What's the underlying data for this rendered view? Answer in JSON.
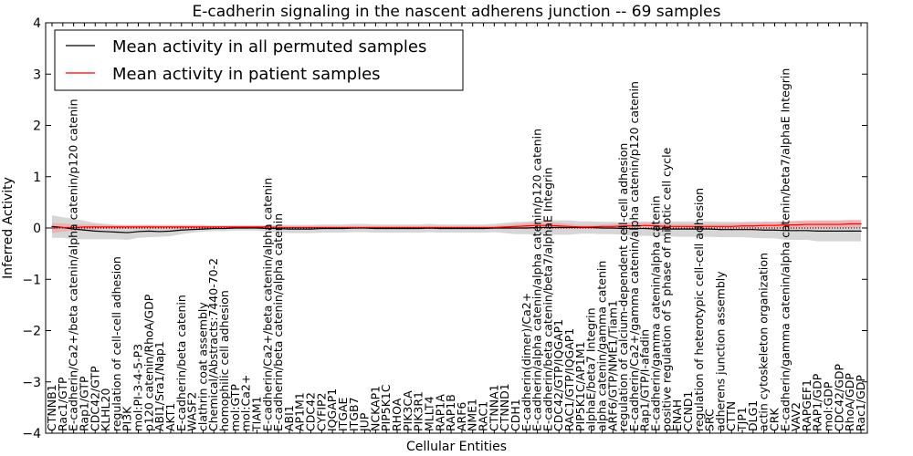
{
  "chart_data": {
    "type": "line",
    "title": "E-cadherin signaling in the nascent adherens junction -- 69 samples",
    "xlabel": "Cellular Entities",
    "ylabel": "Inferred Activity",
    "ylim": [
      -4,
      4
    ],
    "yticks": [
      -4,
      -3,
      -2,
      -1,
      0,
      1,
      2,
      3,
      4
    ],
    "grid": false,
    "legend_position": "top-left",
    "colors": {
      "permuted": "#000000",
      "patient": "#ff0000",
      "permuted_band": "#c8c8c8",
      "patient_band": "#f4a0a0"
    },
    "categories": [
      "CTNNB1",
      "Rac1/GTP",
      "E-cadherin/Ca2+/beta catenin/alpha catenin/p120 catenin",
      "Rap1/GTP",
      "CDC42/GTP",
      "KLHL20",
      "regulation of cell-cell adhesion",
      "PI3K",
      "mol:PI-3-4-5-P3",
      "p120 catenin/RhoA/GDP",
      "ABI1/Sra1/Nap1",
      "AKT1",
      "E-cadherin/beta catenin",
      "WASF2",
      "clathrin coat assembly",
      "Chemical/Abstracts:7440-70-2",
      "homophilic cell adhesion",
      "mol:GTP",
      "mol:Ca2+",
      "TIAM1",
      "E-cadherin/Ca2+/beta catenin/alpha catenin",
      "E-cadherin/beta catenin/alpha catenin",
      "ABI1",
      "AP1M1",
      "CDC42",
      "CYFIP2",
      "IQGAP1",
      "ITGAE",
      "ITGB7",
      "JUP",
      "NCKAP1",
      "PIP5K1C",
      "RHOA",
      "PIK3CA",
      "PIK3R1",
      "MLLT4",
      "RAP1A",
      "RAP1B",
      "ARF6",
      "NME1",
      "RAC1",
      "CTNNA1",
      "CTNND1",
      "CDH1",
      "E-cadherin(dimer)/Ca2+",
      "E-cadherin/alpha catenin/alpha catenin/p120 catenin",
      "E-cadherin/beta catenin/beta7/alphaE Integrin",
      "CDC42/GTP/IQGAP1",
      "RAC1/GTP/IQGAP1",
      "PIP5K1C/AP1M1",
      "alphaE/beta7 Integrin",
      "alpha catenin/gamma catenin",
      "ARF6/GTP/NME1/Tiam1",
      "regulation of calcium-dependent cell-cell adhesion",
      "E-cadherin/Ca2+/gamma catenin/alpha catenin/p120 catenin",
      "Rap1/GTP/I-afadin",
      "E-cadherin/gamma catenin/alpha catenin",
      "positive regulation of S phase of mitotic cell cycle",
      "ENAH",
      "CCND1",
      "regulation of heterotypic cell-cell adhesion",
      "SRC",
      "adherens junction assembly",
      "CTTN",
      "TJP1",
      "DLG1",
      "actin cytoskeleton organization",
      "CRK",
      "E-cadherin/gamma catenin/alpha catenin/beta7/alphaE Integrin",
      "VAV2",
      "RAPGEF1",
      "RAP1/GDP",
      "mol:GDP",
      "CDC42/GDP",
      "RhoA/GDP",
      "Rac1/GDP"
    ],
    "series": [
      {
        "name": "Mean activity in all permuted samples",
        "values": [
          0.03,
          0.01,
          -0.02,
          -0.04,
          -0.06,
          -0.07,
          -0.08,
          -0.09,
          -0.07,
          -0.06,
          -0.07,
          -0.06,
          -0.04,
          -0.03,
          -0.02,
          -0.01,
          -0.01,
          0.0,
          0.0,
          0.0,
          -0.01,
          -0.01,
          -0.02,
          -0.02,
          -0.02,
          -0.01,
          -0.01,
          -0.01,
          0.0,
          0.0,
          -0.01,
          -0.01,
          -0.01,
          -0.01,
          -0.01,
          0.0,
          -0.01,
          -0.01,
          -0.01,
          -0.01,
          -0.01,
          0.0,
          0.0,
          0.0,
          0.0,
          0.01,
          0.01,
          0.01,
          0.01,
          0.01,
          0.01,
          0.0,
          0.0,
          -0.01,
          -0.01,
          -0.01,
          -0.02,
          -0.02,
          -0.02,
          -0.02,
          -0.02,
          -0.02,
          -0.03,
          -0.03,
          -0.03,
          -0.03,
          -0.04,
          -0.04,
          -0.05,
          -0.05,
          -0.05,
          -0.06,
          -0.06,
          -0.06,
          -0.06,
          -0.06
        ],
        "band": [
          0.22,
          0.2,
          0.2,
          0.18,
          0.16,
          0.15,
          0.14,
          0.14,
          0.12,
          0.12,
          0.1,
          0.1,
          0.08,
          0.06,
          0.05,
          0.05,
          0.05,
          0.05,
          0.05,
          0.05,
          0.06,
          0.08,
          0.08,
          0.08,
          0.08,
          0.08,
          0.08,
          0.08,
          0.08,
          0.08,
          0.08,
          0.08,
          0.08,
          0.08,
          0.08,
          0.08,
          0.08,
          0.08,
          0.08,
          0.08,
          0.08,
          0.08,
          0.1,
          0.12,
          0.12,
          0.14,
          0.14,
          0.14,
          0.14,
          0.12,
          0.12,
          0.12,
          0.12,
          0.12,
          0.14,
          0.14,
          0.14,
          0.14,
          0.15,
          0.15,
          0.15,
          0.15,
          0.15,
          0.15,
          0.15,
          0.16,
          0.16,
          0.16,
          0.18,
          0.18,
          0.18,
          0.2,
          0.2,
          0.2,
          0.2,
          0.2
        ]
      },
      {
        "name": "Mean activity in patient samples",
        "values": [
          0.0,
          0.01,
          0.01,
          0.02,
          0.02,
          0.02,
          0.02,
          0.02,
          0.02,
          0.02,
          0.02,
          0.02,
          0.02,
          0.02,
          0.02,
          0.02,
          0.02,
          0.02,
          0.02,
          0.02,
          0.02,
          0.01,
          0.01,
          0.01,
          0.01,
          0.01,
          0.01,
          0.01,
          0.01,
          0.01,
          0.01,
          0.01,
          0.01,
          0.01,
          0.01,
          0.01,
          0.01,
          0.01,
          0.01,
          0.01,
          0.01,
          0.01,
          0.02,
          0.03,
          0.04,
          0.05,
          0.05,
          0.04,
          0.03,
          0.02,
          0.02,
          0.03,
          0.03,
          0.04,
          0.04,
          0.05,
          0.04,
          0.03,
          0.03,
          0.03,
          0.03,
          0.03,
          0.03,
          0.03,
          0.04,
          0.04,
          0.05,
          0.05,
          0.06,
          0.06,
          0.07,
          0.07,
          0.07,
          0.07,
          0.08,
          0.08
        ],
        "band": [
          0.1,
          0.08,
          0.06,
          0.05,
          0.05,
          0.04,
          0.04,
          0.04,
          0.04,
          0.04,
          0.04,
          0.04,
          0.04,
          0.04,
          0.04,
          0.03,
          0.03,
          0.03,
          0.03,
          0.03,
          0.03,
          0.03,
          0.03,
          0.03,
          0.03,
          0.03,
          0.03,
          0.03,
          0.03,
          0.03,
          0.03,
          0.03,
          0.03,
          0.03,
          0.03,
          0.03,
          0.03,
          0.03,
          0.03,
          0.03,
          0.03,
          0.03,
          0.04,
          0.05,
          0.06,
          0.07,
          0.07,
          0.06,
          0.05,
          0.04,
          0.04,
          0.04,
          0.05,
          0.05,
          0.06,
          0.06,
          0.06,
          0.05,
          0.05,
          0.05,
          0.05,
          0.05,
          0.05,
          0.06,
          0.06,
          0.06,
          0.07,
          0.07,
          0.07,
          0.08,
          0.08,
          0.08,
          0.08,
          0.08,
          0.08,
          0.08
        ]
      }
    ]
  }
}
